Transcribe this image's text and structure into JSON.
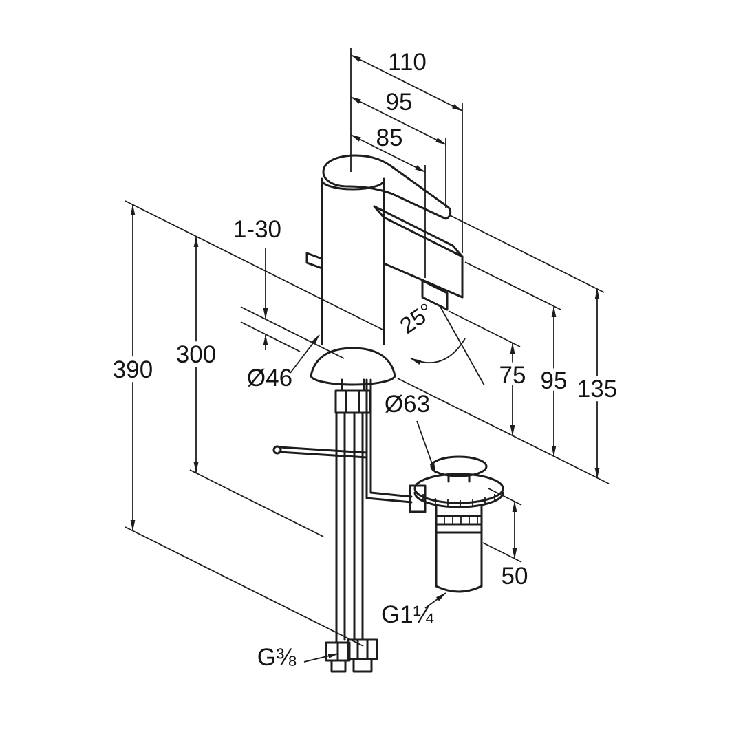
{
  "drawing": {
    "kind": "technical-dimension-drawing",
    "subject": "single-lever basin mixer tap with pop-up waste",
    "background_color": "#ffffff",
    "line_color": "#1d1d1d"
  },
  "dimensions": {
    "depth_overall": "110",
    "depth_spout": "95",
    "depth_aerator": "85",
    "deck_thickness_range": "1-30",
    "height_total_left": "390",
    "height_rod": "300",
    "body_diameter": "Ø46",
    "waste_flange_diameter": "Ø63",
    "spray_angle": "25°",
    "height_outlet": "75",
    "height_spout_top": "95",
    "height_overall": "135",
    "waste_body_height": "50",
    "waste_thread": "G1¼",
    "supply_thread": "G⅜"
  }
}
